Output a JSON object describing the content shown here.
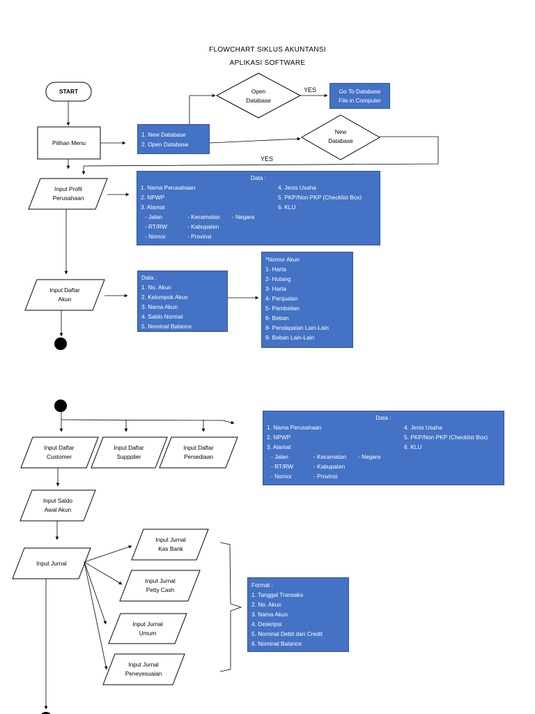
{
  "title": {
    "line1": "FLOWCHART SIKLUS AKUNTANSI",
    "line2": "APLIKASI SOFTWARE"
  },
  "nodes": {
    "start": "START",
    "pilihan_menu": "Pilihan Menu",
    "open_database": [
      "Open",
      "Database"
    ],
    "yes_top": "YES",
    "goto_database": [
      "Go To Database",
      "File in Computer"
    ],
    "menu_options": [
      "1. New Database",
      "2. Open Database"
    ],
    "new_database": [
      "New",
      "Database"
    ],
    "yes_mid": "YES",
    "input_profil": [
      "Input Profil",
      "Perusahaan"
    ],
    "input_daftar_akun": [
      "Input Daftar",
      "Akun"
    ],
    "input_daftar_customer": [
      "Input Daftar",
      "Customer"
    ],
    "input_daftar_supplier": [
      "Input Daftar",
      "Suppplier"
    ],
    "input_daftar_persediaan": [
      "Input Daftar",
      "Persediaan"
    ],
    "input_saldo_awal": [
      "Input Saldo",
      "Awal Akun"
    ],
    "input_jurnal": "Input Jurnal",
    "jurnal_kas_bank": [
      "Input Jurnal",
      "Kas Bank"
    ],
    "jurnal_petty_cash": [
      "Input Jurnal",
      "Petty Cash"
    ],
    "jurnal_umum": [
      "Input Jurnal",
      "Umum"
    ],
    "jurnal_penyesuaian": [
      "Input Jurnal",
      "Peneyesuaian"
    ]
  },
  "data_box_1": {
    "header": "Data :",
    "left": [
      "1. Nama Perusahaan",
      "2. NPWP",
      "3. Alamat"
    ],
    "right": [
      "4. Jenis Usaha",
      "5. PKP/Non PKP (Checklist Box)",
      "6. KLU"
    ],
    "col1": [
      "- Jalan",
      "- RT/RW",
      "- Nomor"
    ],
    "col2": [
      "- Kecamatan",
      "- Kabupaten",
      "- Provinsi"
    ],
    "col3": [
      "- Negara"
    ]
  },
  "data_box_2": {
    "header": "Data :",
    "items": [
      "1. No. Akun",
      "2. Kelompok Akun",
      "3. Nama Akun",
      "4. Saldo Normal",
      "5. Nominal Balance"
    ]
  },
  "nomor_akun_box": {
    "items": [
      "*Nomor Akun",
      "1- Harta",
      "2- Hutang",
      "3- Harta",
      "4- Penjualan",
      "5- Pembelian",
      "6- Beban",
      "8- Pendapatan Lain-Lain",
      "9- Beban Lain-Lain"
    ]
  },
  "data_box_3": {
    "header": "Data :",
    "left": [
      "1. Nama Perusahaan",
      "2. NPWP",
      "3. Alamat"
    ],
    "right": [
      "4. Jenis Usaha",
      "5. PKP/Non PKP (Checklist Box)",
      "6. KLU"
    ],
    "col1": [
      "- Jalan",
      "- RT/RW",
      "- Nomor"
    ],
    "col2": [
      "- Kecamatan",
      "- Kabupaten",
      "- Provinsi"
    ],
    "col3": [
      "- Negara"
    ]
  },
  "format_box": {
    "header": "Format :",
    "items": [
      "1. Tanggal Transaks",
      "2. No. Akun",
      "3. Nama Akun",
      "4. Deskripsi",
      "5. Nominal Debit dan Credit",
      "6. Nominal Balance"
    ]
  }
}
